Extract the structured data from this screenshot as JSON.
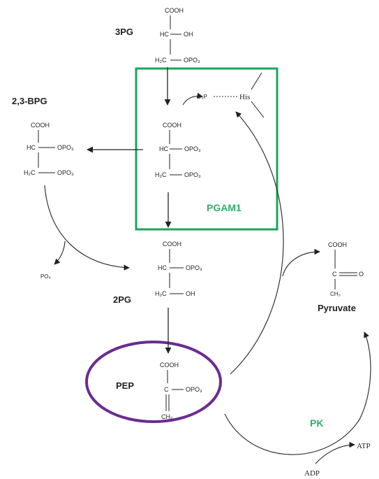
{
  "labels": {
    "pg3": "3PG",
    "bpg23": "2,3-BPG",
    "pg2": "2PG",
    "pep": "PEP",
    "pyruvate": "Pyruvate",
    "po4": "PO₄",
    "atp": "ATP",
    "adp": "ADP"
  },
  "enzymes": {
    "pgam1": "PGAM1",
    "pk": "PK"
  },
  "chem": {
    "cooh": "COOH",
    "hc": "HC",
    "oh": "OH",
    "h2c": "H₂C",
    "opo3": "OPO₃",
    "c": "C",
    "o": "O",
    "ch2": "CH₂",
    "ch3": "CH₃",
    "o3p": "O₃P",
    "his": "His"
  },
  "colors": {
    "pgam1_box": "#1aa55a",
    "pgam1_text": "#2db06a",
    "pk_text": "#2db06a",
    "pep_circle": "#6a2c91"
  }
}
